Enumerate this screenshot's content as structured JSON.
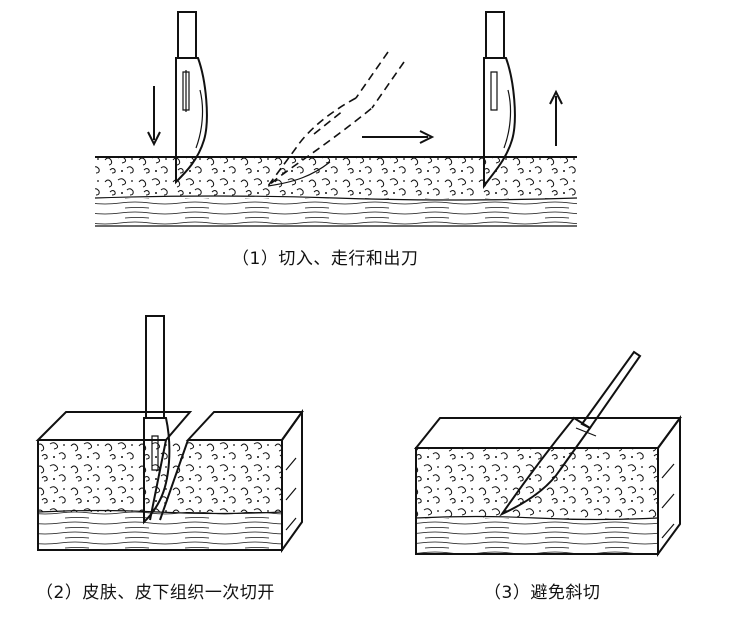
{
  "captions": {
    "step1": "（1）切入、走行和出刀",
    "step2": "（2）皮肤、皮下组织一次切开",
    "step3": "（3）避免斜切"
  },
  "colors": {
    "ink": "#111111",
    "background": "#ffffff"
  },
  "icons": {
    "down_arrow": "arrow-down-icon",
    "right_arrow": "arrow-right-icon",
    "up_arrow": "arrow-up-icon",
    "scalpel": "scalpel-icon"
  }
}
